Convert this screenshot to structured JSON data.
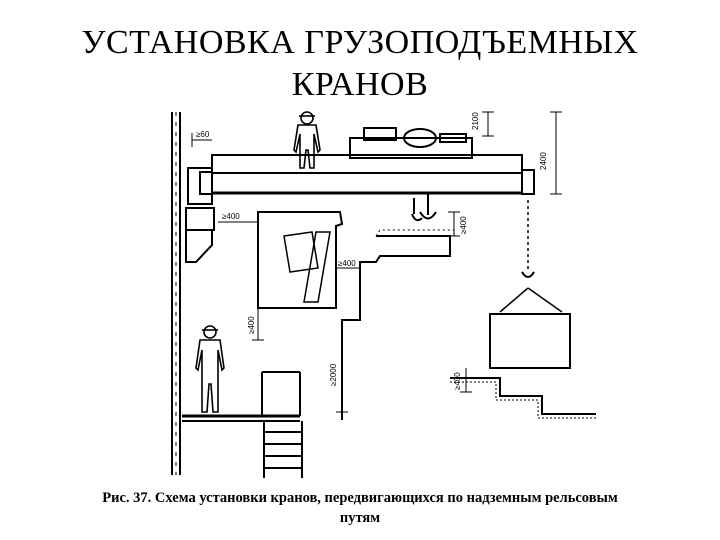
{
  "title": {
    "line1": "УСТАНОВКА ГРУЗОПОДЪЕМНЫХ",
    "line2": "КРАНОВ"
  },
  "caption": {
    "line1": "Рис. 37. Схема установки кранов, передвигающихся по надземным рельсовым",
    "line2": "путям"
  },
  "dimensions": {
    "d_top_60": "≥60",
    "d_bridge_2100": "2100",
    "d_full_2400": "2400",
    "d_400_a": "≥400",
    "d_400_b": "≥400",
    "d_400_c": "≥400",
    "d_400_d": "≥400",
    "d_400_e": "≥400",
    "d_2000": "≥2000"
  },
  "colors": {
    "ink": "#000000",
    "paper": "#ffffff"
  }
}
